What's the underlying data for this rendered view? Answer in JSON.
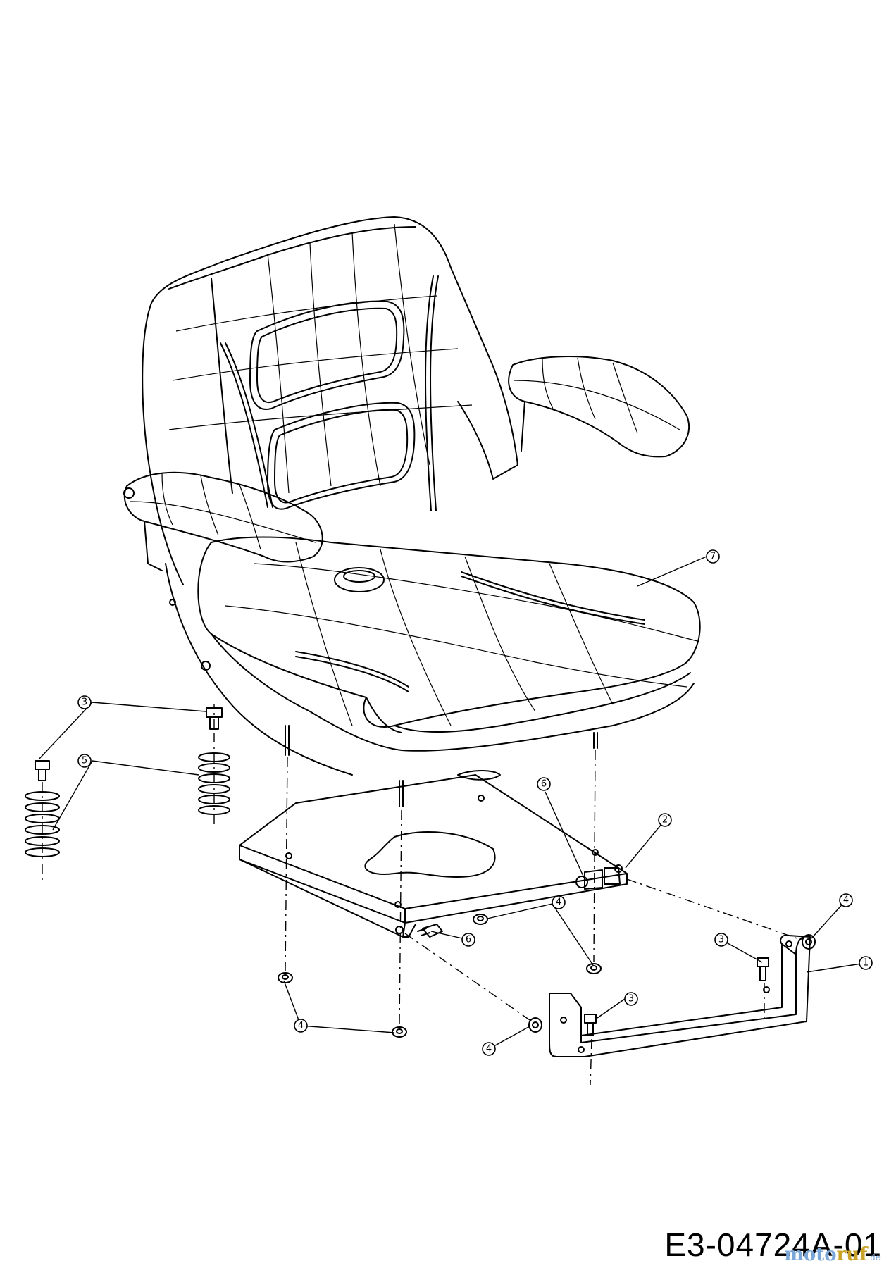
{
  "drawing_number": "E3-04724A-01",
  "watermark": {
    "brand_part_a": "moto",
    "brand_part_b": "ruf",
    "suffix": ".de"
  },
  "callouts": [
    {
      "id": "c7",
      "label": "7"
    },
    {
      "id": "c3a",
      "label": "3"
    },
    {
      "id": "c5",
      "label": "5"
    },
    {
      "id": "c6a",
      "label": "6"
    },
    {
      "id": "c2",
      "label": "2"
    },
    {
      "id": "c4a",
      "label": "4"
    },
    {
      "id": "c6b",
      "label": "6"
    },
    {
      "id": "c4b",
      "label": "4"
    },
    {
      "id": "c3b",
      "label": "3"
    },
    {
      "id": "c1",
      "label": "1"
    },
    {
      "id": "c3c",
      "label": "3"
    },
    {
      "id": "c4c",
      "label": "4"
    },
    {
      "id": "c4d",
      "label": "4"
    }
  ]
}
